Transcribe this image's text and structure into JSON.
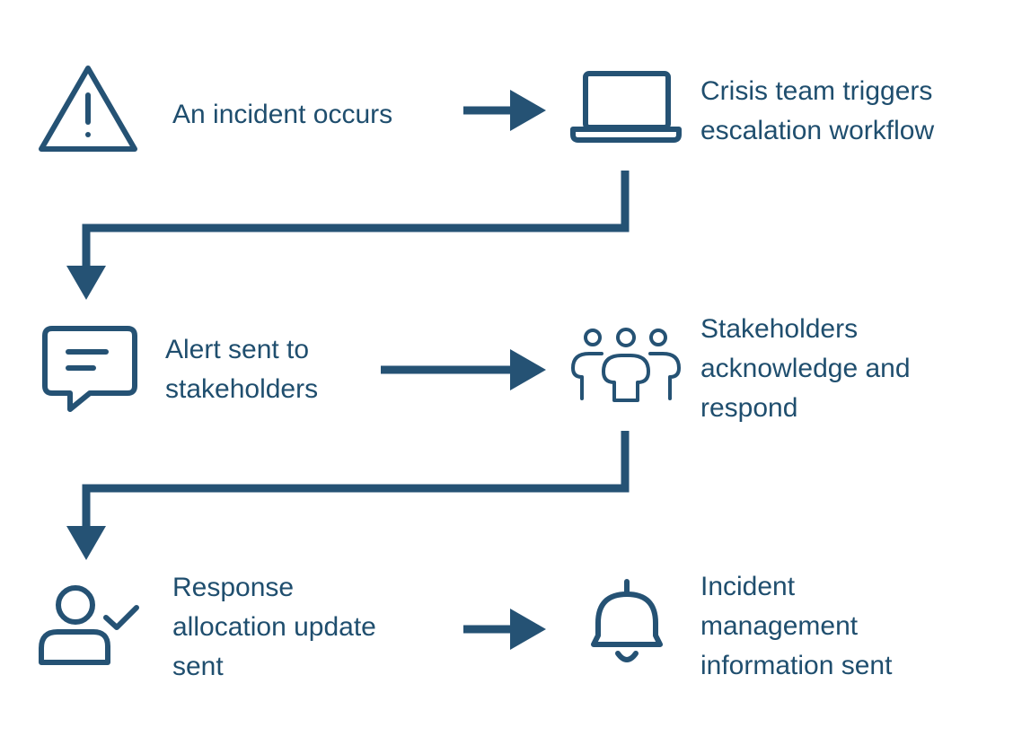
{
  "colors": {
    "primary": "#255274",
    "background": "#ffffff"
  },
  "steps": [
    {
      "icon": "warning-triangle-icon",
      "lines": [
        "An incident occurs"
      ]
    },
    {
      "icon": "laptop-icon",
      "lines": [
        "Crisis team triggers",
        "escalation workflow"
      ]
    },
    {
      "icon": "chat-message-icon",
      "lines": [
        "Alert sent to",
        "stakeholders"
      ]
    },
    {
      "icon": "people-group-icon",
      "lines": [
        "Stakeholders",
        "acknowledge and",
        "respond"
      ]
    },
    {
      "icon": "user-check-icon",
      "lines": [
        "Response",
        "allocation update",
        "sent"
      ]
    },
    {
      "icon": "bell-icon",
      "lines": [
        "Incident",
        "management",
        "information sent"
      ]
    }
  ]
}
